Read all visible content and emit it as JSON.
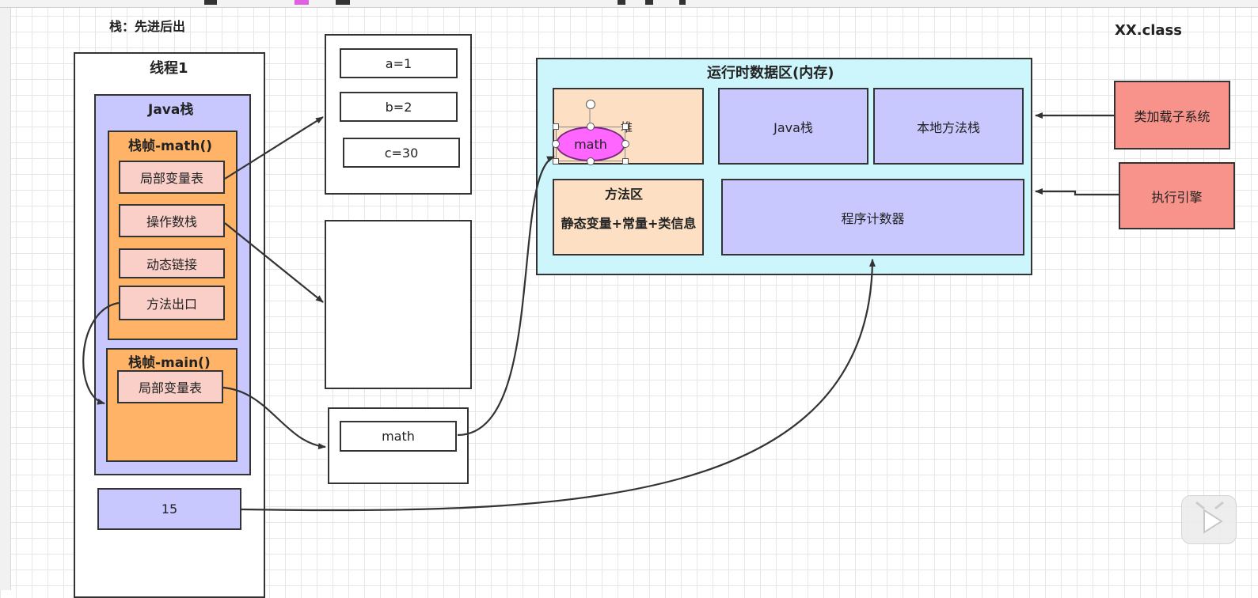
{
  "stack_note": "栈：先进后出",
  "class_label": "XX.class",
  "thread": {
    "title": "线程1",
    "java_stack": {
      "title": "Java栈",
      "frame_math": {
        "title": "栈帧-math()",
        "items": [
          "局部变量表",
          "操作数栈",
          "动态链接",
          "方法出口"
        ]
      },
      "frame_main": {
        "title": "栈帧-main()",
        "items": [
          "局部变量表"
        ]
      }
    },
    "counter_value": "15"
  },
  "variables_box": {
    "items": [
      "a=1",
      "b=2",
      "c=30"
    ]
  },
  "main_locals_box": {
    "item": "math"
  },
  "runtime_area": {
    "title": "运行时数据区(内存)",
    "heap": {
      "label": "堆",
      "object": "math"
    },
    "java_stack": "Java栈",
    "native_stack": "本地方法栈",
    "method_area": {
      "title": "方法区",
      "desc": "静态变量+常量+类信息"
    },
    "program_counter": "程序计数器"
  },
  "class_loader": "类加载子系统",
  "execution_engine": "执行引擎",
  "colors": {
    "orange": "#ffb366",
    "lavender": "#c8c8ff",
    "pink": "#f9cfc8",
    "peach": "#fde0c3",
    "cyan": "#ccf6fb",
    "salmon": "#f7938a",
    "magenta": "#ff66ff"
  }
}
